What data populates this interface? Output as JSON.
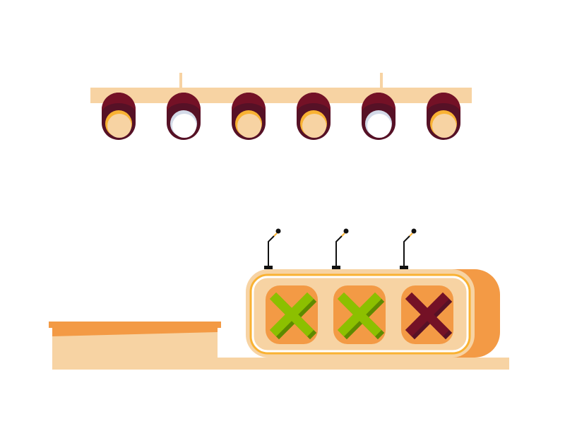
{
  "scene": {
    "lights": [
      {
        "state": "on"
      },
      {
        "state": "off"
      },
      {
        "state": "on"
      },
      {
        "state": "on"
      },
      {
        "state": "off"
      },
      {
        "state": "on"
      }
    ],
    "panels": [
      {
        "mark": "x",
        "color": "green"
      },
      {
        "mark": "x",
        "color": "green"
      },
      {
        "mark": "x",
        "color": "red"
      }
    ]
  },
  "colors": {
    "peach": "#F7D3A3",
    "orange": "#F39A45",
    "maroon": "#741126",
    "dark_maroon": "#561126",
    "yellow": "#F9B233",
    "light_blue": "#D3DAE8",
    "green": "#8CC000",
    "dark_green": "#5E8A00"
  }
}
